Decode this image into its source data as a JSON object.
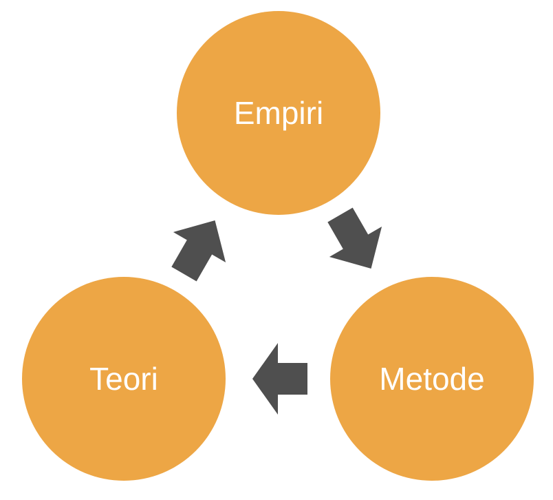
{
  "colors": {
    "node_fill": "#EDA645",
    "arrow_fill": "#4F4F4F",
    "label_text": "#FFFFFF",
    "background": "#FFFFFF"
  },
  "nodes": {
    "empiri": {
      "label": "Empiri"
    },
    "metode": {
      "label": "Metode"
    },
    "teori": {
      "label": "Teori"
    }
  },
  "arrows": {
    "empiri_to_metode": {
      "from": "Empiri",
      "to": "Metode"
    },
    "metode_to_teori": {
      "from": "Metode",
      "to": "Teori"
    },
    "teori_to_empiri": {
      "from": "Teori",
      "to": "Empiri"
    }
  }
}
